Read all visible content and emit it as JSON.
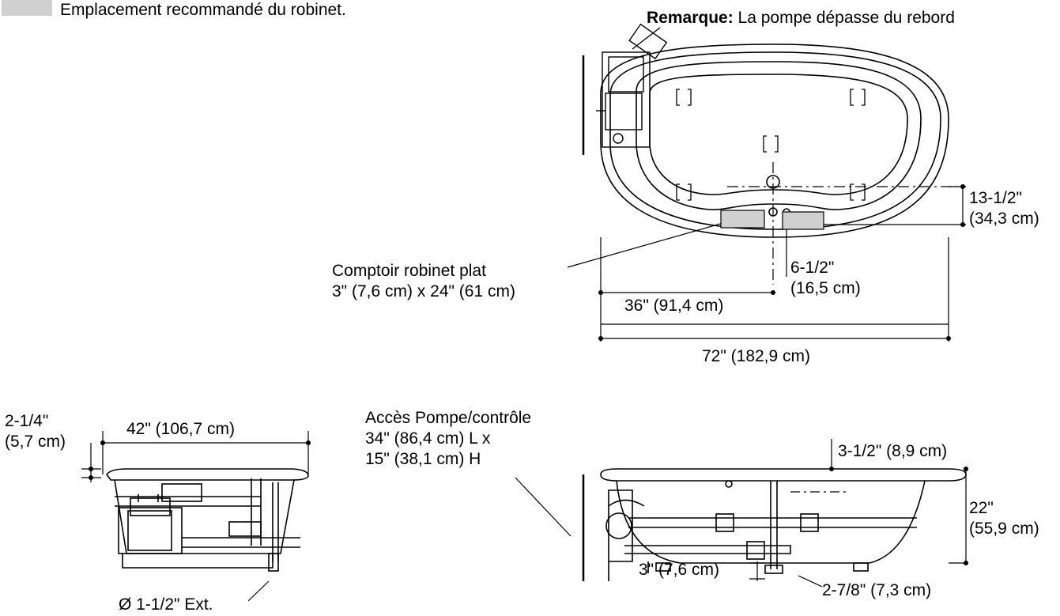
{
  "legend": {
    "swatch_color": "#d0d0d0",
    "text": "Emplacement recommandé du robinet."
  },
  "top_view": {
    "note_bold": "Remarque:",
    "note_text": " La pompe dépasse du rebord",
    "deck_label_line1": "Comptoir robinet plat",
    "deck_label_line2": "3\" (7,6 cm) x 24\" (61 cm)",
    "dim_13_line1": "13-1/2\"",
    "dim_13_line2": "(34,3 cm)",
    "dim_6_line1": "6-1/2\"",
    "dim_6_line2": "(16,5 cm)",
    "dim_36": "36\" (91,4 cm)",
    "dim_72": "72\" (182,9 cm)"
  },
  "end_view": {
    "dim_2_line1": "2-1/4\"",
    "dim_2_line2": "(5,7 cm)",
    "dim_42": "42\" (106,7 cm)",
    "drain": "Ø 1-1/2\" Ext."
  },
  "side_view": {
    "access_line1": "Accès Pompe/contrôle",
    "access_line2": "34\" (86,4 cm) L x",
    "access_line3": "15\" (38,1 cm) H",
    "dim_3_5": "3-1/2\" (8,9 cm)",
    "dim_22_line1": "22\"",
    "dim_22_line2": "(55,9 cm)",
    "dim_3": "3\" (7,6 cm)",
    "dim_2_7": "2-7/8\" (7,3 cm)"
  }
}
